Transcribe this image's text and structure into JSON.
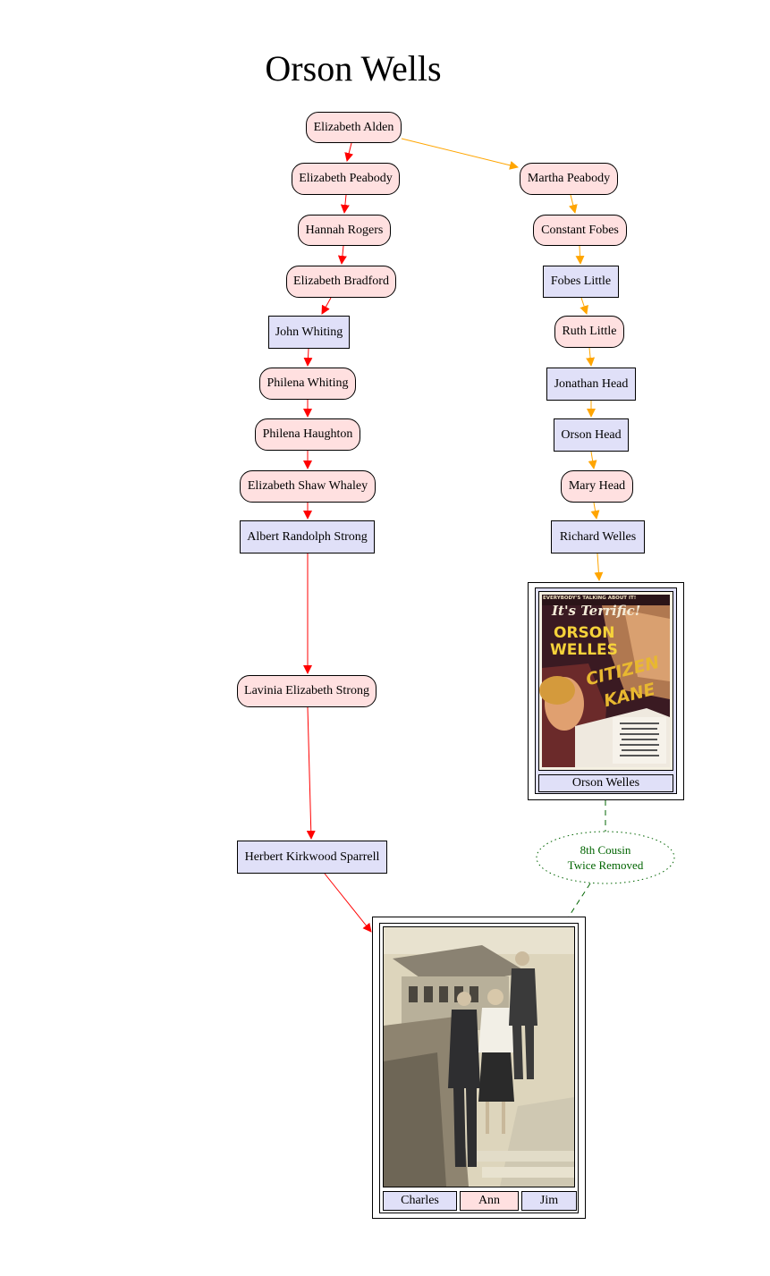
{
  "title": "Orson Wells",
  "colors": {
    "left_line": "#ff0000",
    "right_line": "#ffa500",
    "relation": "#006400",
    "female_fill": "#ffe0e0",
    "male_fill": "#e0e0f8"
  },
  "left_line": [
    {
      "name": "Elizabeth Alden",
      "sex": "female"
    },
    {
      "name": "Elizabeth Peabody",
      "sex": "female"
    },
    {
      "name": "Hannah Rogers",
      "sex": "female"
    },
    {
      "name": "Elizabeth Bradford",
      "sex": "female"
    },
    {
      "name": "John Whiting",
      "sex": "male"
    },
    {
      "name": "Philena Whiting",
      "sex": "female"
    },
    {
      "name": "Philena Haughton",
      "sex": "female"
    },
    {
      "name": "Elizabeth Shaw Whaley",
      "sex": "female"
    },
    {
      "name": "Albert Randolph Strong",
      "sex": "male"
    },
    {
      "name": "Lavinia Elizabeth Strong",
      "sex": "female"
    },
    {
      "name": "Herbert Kirkwood Sparrell",
      "sex": "male"
    }
  ],
  "right_line": [
    {
      "name": "Martha Peabody",
      "sex": "female"
    },
    {
      "name": "Constant Fobes",
      "sex": "female"
    },
    {
      "name": "Fobes Little",
      "sex": "male"
    },
    {
      "name": "Ruth Little",
      "sex": "female"
    },
    {
      "name": "Jonathan Head",
      "sex": "male"
    },
    {
      "name": "Orson Head",
      "sex": "male"
    },
    {
      "name": "Mary Head",
      "sex": "female"
    },
    {
      "name": "Richard Welles",
      "sex": "male"
    }
  ],
  "poster_node": {
    "caption": "Orson Welles",
    "poster": {
      "tagline": "EVERYBODY'S TALKING ABOUT IT!",
      "script": "It's Terrific!",
      "star_first": "ORSON",
      "star_last": "WELLES",
      "film_1": "CITIZEN",
      "film_2": "KANE"
    }
  },
  "relation": {
    "line1": "8th Cousin",
    "line2": "Twice Removed"
  },
  "family_photo": {
    "captions": [
      {
        "name": "Charles",
        "sex": "male"
      },
      {
        "name": "Ann",
        "sex": "female"
      },
      {
        "name": "Jim",
        "sex": "male"
      }
    ]
  }
}
